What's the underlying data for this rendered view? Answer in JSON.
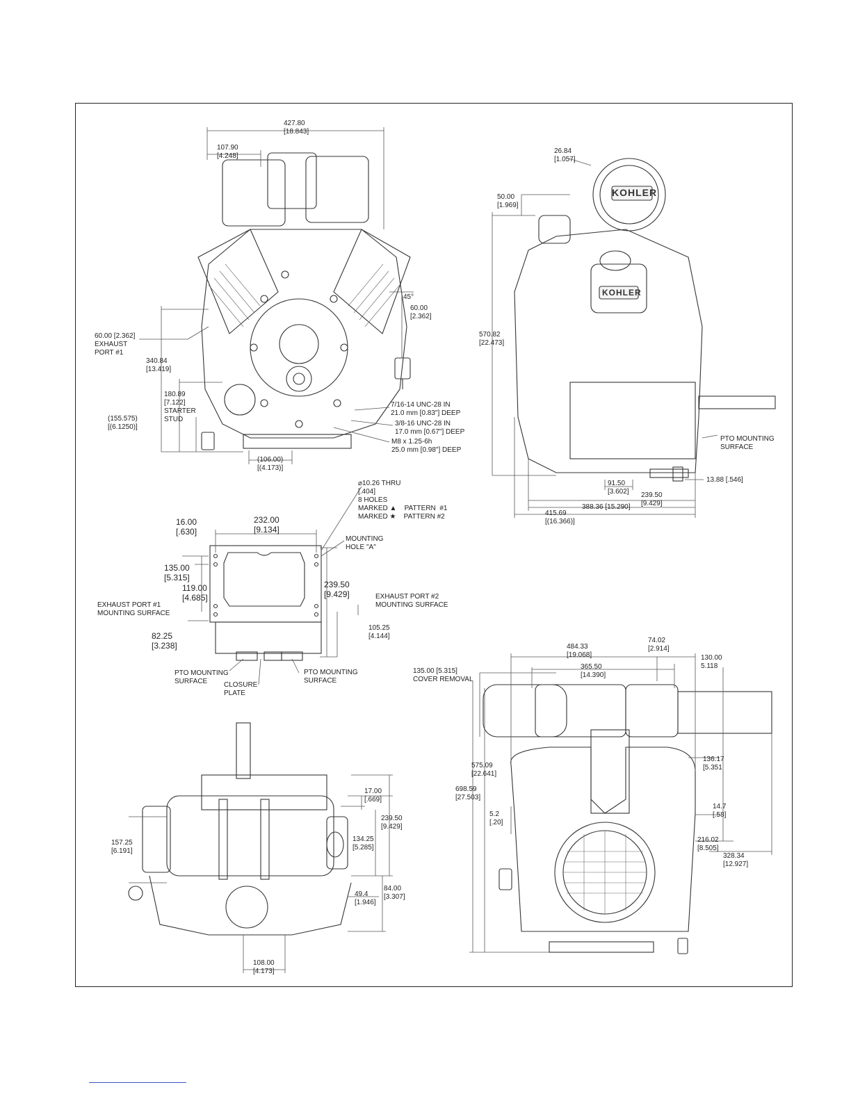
{
  "drawing": {
    "border_color": "#222222",
    "line_color": "#333333",
    "logo_text": "KOHLER"
  },
  "views": {
    "front": {
      "width_overall": "427.80\n[18.843]",
      "offset_left": "107.90\n[4.248]",
      "angle": "45°",
      "exhaust_offset_right": "60.00\n[2.362]",
      "exhaust_port_1": "60.00 [2.362]\nEXHAUST\nPORT #1",
      "height_340": "340.84\n[13.419]",
      "starter_stud": "180.89\n[7.122]\nSTARTER\nSTUD",
      "height_155": "(155.575)\n[(6.1250)]",
      "base_106": "(106.00)\n[(4.173)]",
      "thread_1": "7/16-14 UNC-28 IN\n21.0 mm [0.83\"] DEEP",
      "thread_2": "3/8-16 UNC-28 IN\n17.0 mm [0.67\"] DEEP",
      "thread_3": "M8 x 1.25-6h\n25.0 mm [0.98\"] DEEP"
    },
    "side": {
      "dim_26": "26.84\n[1.057]",
      "dim_50": "50.00\n[1.969]",
      "dim_570": "570.82\n[22.473]",
      "pto_mounting": "PTO MOUNTING\nSURFACE",
      "dim_13": "13.88 [.546]",
      "dim_91": "91.50\n[3.602]",
      "dim_239": "239.50\n[9.429]",
      "dim_388": "388.36 [15.290]",
      "dim_415": "415.69\n[(16.366)]"
    },
    "mounting": {
      "holes": "⌀10.26 THRU\n[.404]\n8 HOLES\nMARKED ▲    PATTERN  #1\nMARKED ★    PATTERN #2",
      "dim_16": "16.00\n[.630]",
      "dim_232": "232.00\n[9.134]",
      "hole_a": "MOUNTING\nHOLE \"A\"",
      "dim_135": "135.00\n[5.315]",
      "dim_119": "119.00\n[4.685]",
      "dim_239": "239.50\n[9.429]",
      "exhaust_1": "EXHAUST PORT #1\nMOUNTING SURFACE",
      "exhaust_2": "EXHAUST PORT #2\nMOUNTING SURFACE",
      "dim_82": "82.25\n[3.238]",
      "dim_105": "105.25\n[4.144]",
      "pto_left": "PTO MOUNTING\nSURFACE",
      "closure": "CLOSURE\nPLATE",
      "pto_right": "PTO MOUNTING\nSURFACE"
    },
    "bottom": {
      "dim_17": "17.00\n[.669]",
      "dim_239": "239.50\n[9.429]",
      "dim_134": "134.25\n[5.285]",
      "dim_157": "157.25\n[6.191]",
      "dim_49": "49.4\n[1.946]",
      "dim_84": "84.00\n[3.307]",
      "dim_108": "108.00\n[4.173]"
    },
    "rear": {
      "dim_484": "484.33\n[19.068]",
      "dim_74": "74.02\n[2.914]",
      "dim_130": "130.00\n5.118",
      "dim_365": "365.50\n[14.390]",
      "cover_removal": "135.00 [5.315]\nCOVER REMOVAL",
      "dim_575": "575.09\n[22.641]",
      "dim_698": "698.59\n[27.503]",
      "dim_136": "136.17\n[5.351",
      "dim_5": "5.2\n[.20]",
      "dim_14": "14.7\n[.58]",
      "dim_216": "216.02\n[8.505]",
      "dim_328": "328.34\n[12.927]"
    }
  }
}
